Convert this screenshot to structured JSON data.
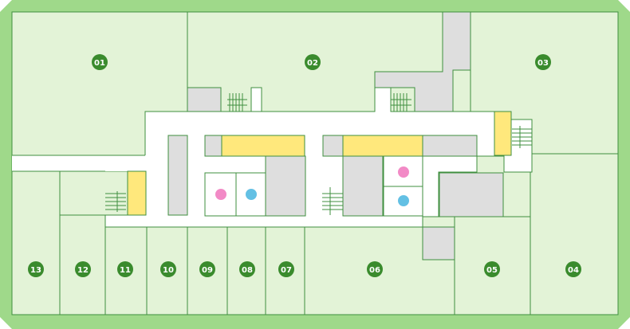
{
  "floor_map": {
    "colors": {
      "outer_border": "#9fd98a",
      "room_fill": "#e3f3d7",
      "core_fill": "#dedede",
      "highlight_fill": "#ffe87c",
      "badge": "#3a8b2d",
      "restroom_women": "#f28ac6",
      "restroom_men": "#63c0e4"
    },
    "rooms": [
      {
        "id": "01",
        "label": "01"
      },
      {
        "id": "02",
        "label": "02"
      },
      {
        "id": "03",
        "label": "03"
      },
      {
        "id": "04",
        "label": "04"
      },
      {
        "id": "05",
        "label": "05"
      },
      {
        "id": "06",
        "label": "06"
      },
      {
        "id": "07",
        "label": "07"
      },
      {
        "id": "08",
        "label": "08"
      },
      {
        "id": "09",
        "label": "09"
      },
      {
        "id": "10",
        "label": "10"
      },
      {
        "id": "11",
        "label": "11"
      },
      {
        "id": "12",
        "label": "12"
      },
      {
        "id": "13",
        "label": "13"
      }
    ],
    "icons": [
      "women-restroom-icon",
      "men-restroom-icon",
      "stairs-icon"
    ]
  }
}
